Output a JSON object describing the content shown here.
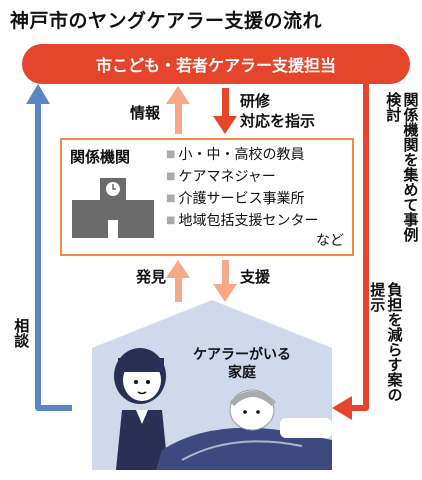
{
  "title": "神戸市のヤングケアラー支援の流れ",
  "banner": "市こども・若者ケアラー支援担当",
  "labels": {
    "info": "情報",
    "training": "研修",
    "instruct": "対応を指示",
    "discover": "発見",
    "support": "支援",
    "consult": "相談",
    "gather": "関係機関を集めて事例検討",
    "propose": "負担を減らす案の提示"
  },
  "institutions": {
    "title": "関係機関",
    "items": [
      "小・中・高校の教員",
      "ケアマネジャー",
      "介護サービス事業所",
      "地域包括支援センター"
    ],
    "etc": "など"
  },
  "family": "ケアラーがいる家庭",
  "colors": {
    "red": "#e4452b",
    "orange": "#f08a4a",
    "salmon": "#f6a987",
    "blue": "#5b86c5",
    "house": "#cfd9ea"
  }
}
